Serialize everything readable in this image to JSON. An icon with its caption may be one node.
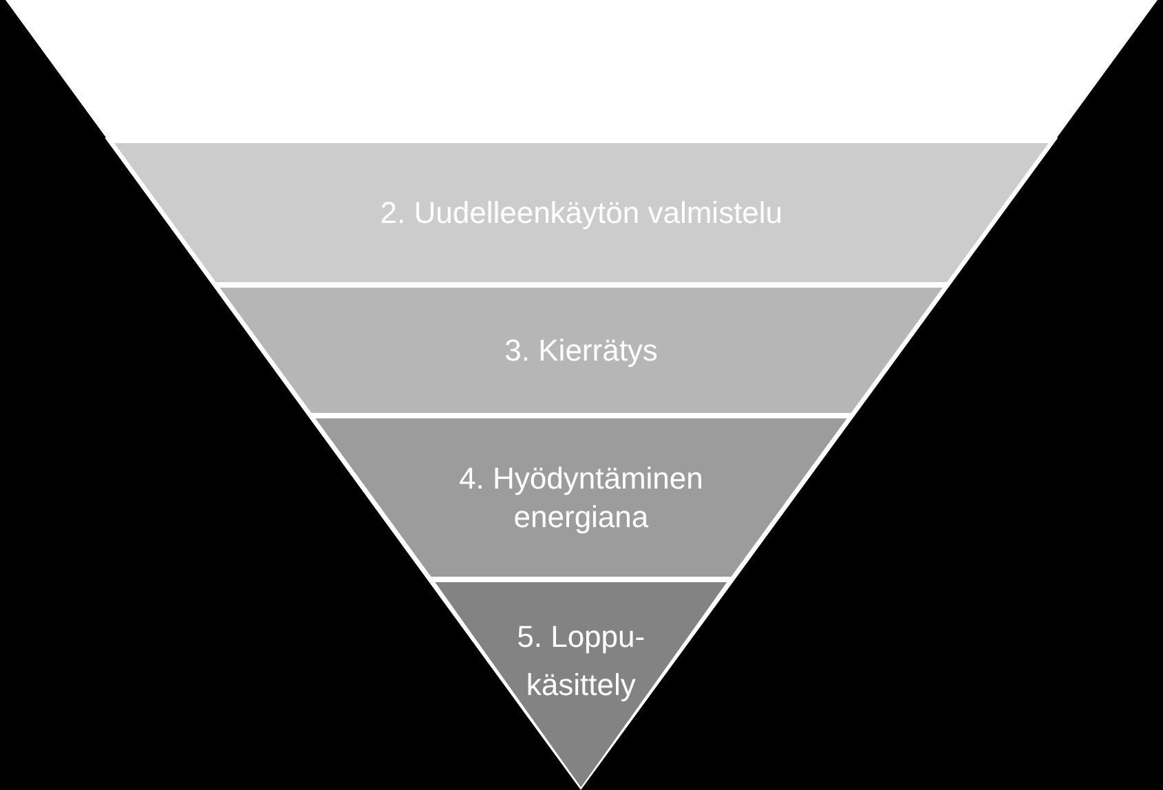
{
  "diagram": {
    "nodes": [
      {
        "text": [],
        "shape": "trapezoid"
      },
      {
        "text": [
          "2. Uudelleenkäytön valmistelu"
        ]
      },
      {
        "text": [
          "3. Kierrätys"
        ]
      },
      {
        "text": [
          "4. Hyödyntäminen energiana"
        ]
      },
      {
        "text": [
          "5. Loppu- käsittely"
        ]
      }
    ]
  }
}
